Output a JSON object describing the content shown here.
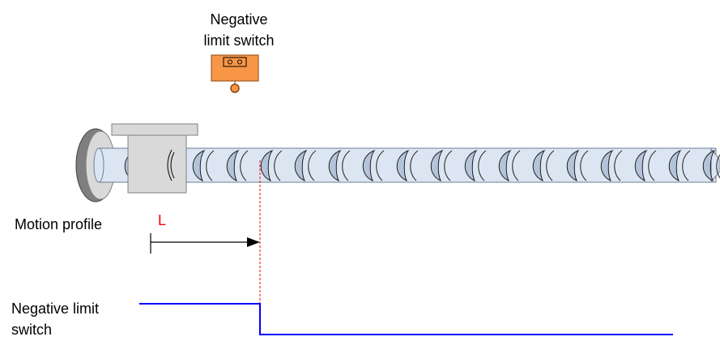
{
  "switch_label": {
    "line1": "Negative",
    "line2": "limit switch"
  },
  "motion_profile_label": "Motion profile",
  "distance_label": "L",
  "signal_label": {
    "line1": "Negative limit",
    "line2": "switch"
  },
  "colors": {
    "switch_body": "#f79646",
    "switch_outline": "#8b4513",
    "screw_shaft": "#dce6f2",
    "screw_thread": "#b3c3da",
    "carriage": "#d9d9d9",
    "end_disc": "#7f7f7f",
    "signal_line": "#0000ff",
    "marker_line": "#ff0000",
    "distance_label": "#ff0000"
  }
}
